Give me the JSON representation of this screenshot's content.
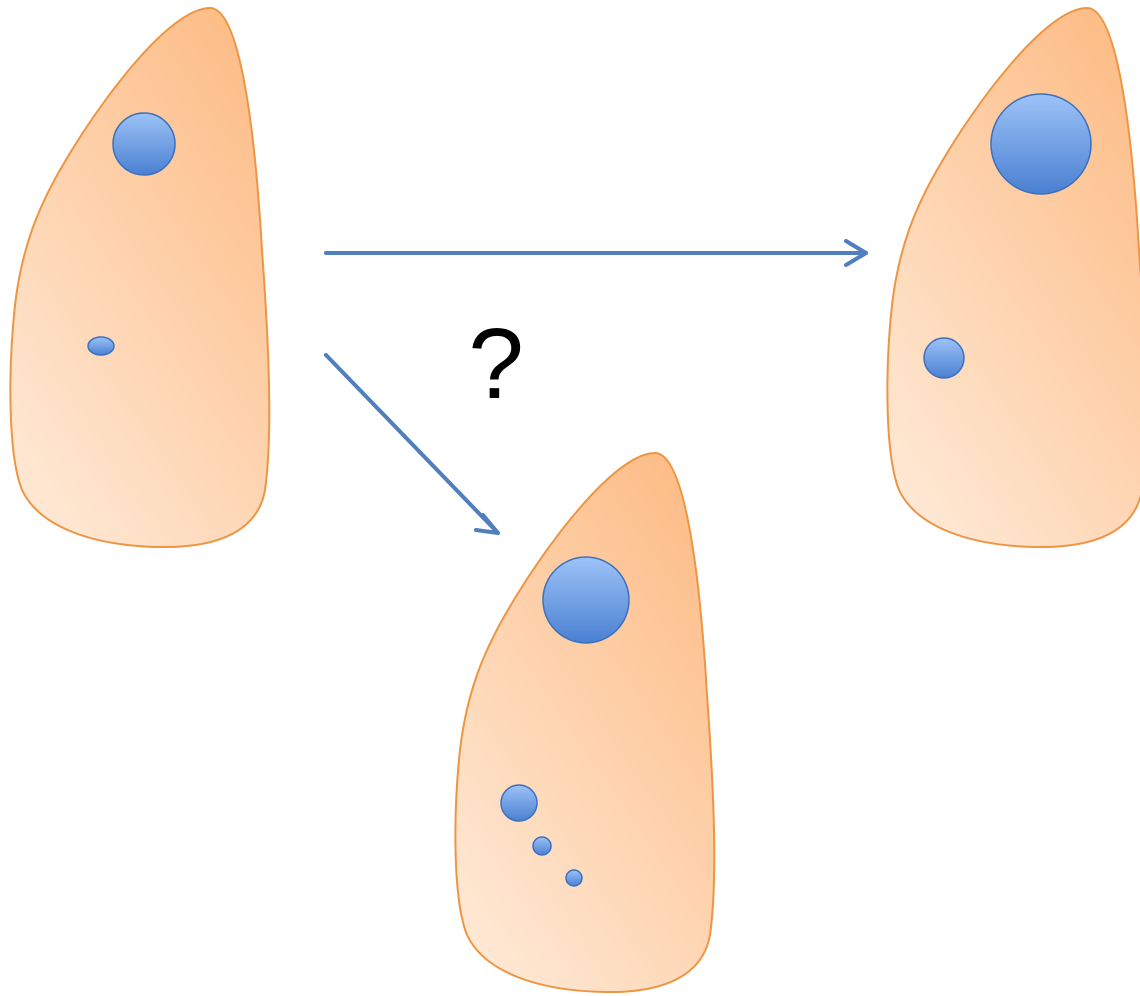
{
  "diagram": {
    "question_mark": "?",
    "colors": {
      "cell_fill_dark": "#fdbb84",
      "cell_fill_light": "#fee8d4",
      "cell_stroke": "#ee9544",
      "vesicle_fill_light": "#9dc3f7",
      "vesicle_fill_dark": "#4a80d2",
      "vesicle_stroke": "#3d6fbf",
      "arrow": "#4f7fbc"
    },
    "cells": [
      {
        "label": "source",
        "vesicles": [
          "large",
          "small"
        ]
      },
      {
        "label": "outcome-right",
        "vesicles": [
          "large",
          "medium"
        ]
      },
      {
        "label": "outcome-bottom",
        "vesicles": [
          "large",
          "medium",
          "small",
          "small"
        ]
      }
    ],
    "arrows": [
      {
        "from": "source",
        "to": "outcome-right"
      },
      {
        "from": "source",
        "to": "outcome-bottom"
      }
    ]
  }
}
